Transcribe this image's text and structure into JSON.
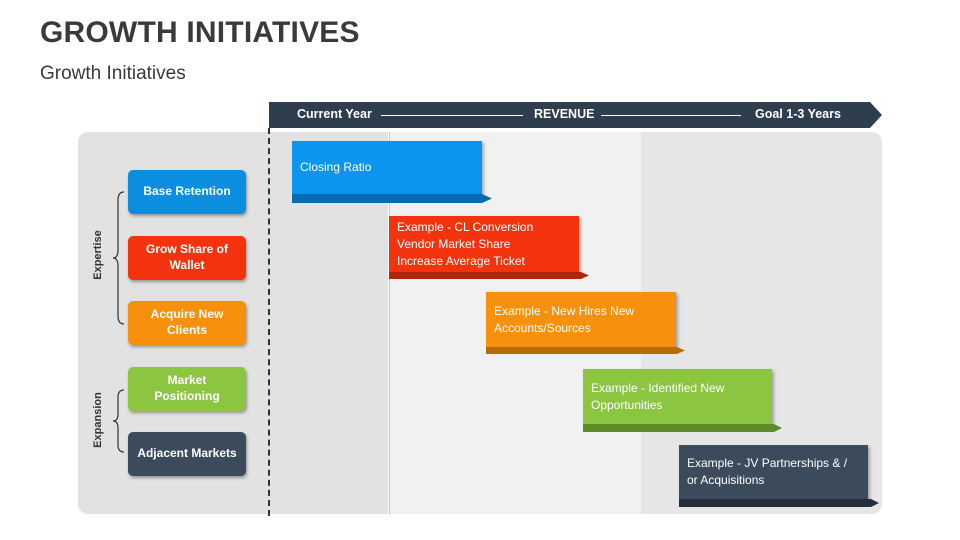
{
  "header": {
    "title": "GROWTH INITIATIVES",
    "subtitle": "Growth Initiatives"
  },
  "timeline": {
    "start_label": "Current Year",
    "middle_label": "REVENUE",
    "end_label": "Goal 1-3 Years",
    "color": "#2f3e4f"
  },
  "groups": {
    "expertise": "Expertise",
    "expansion": "Expansion"
  },
  "categories": [
    {
      "label": "Base Retention",
      "color": "#0b8ee0"
    },
    {
      "label": "Grow Share of Wallet",
      "color": "#f2330e"
    },
    {
      "label": "Acquire New Clients",
      "color": "#f7900c"
    },
    {
      "label": "Market Positioning",
      "color": "#8cc540"
    },
    {
      "label": "Adjacent Markets",
      "color": "#3c4b5c"
    }
  ],
  "steps": [
    {
      "lines": [
        "Closing Ratio"
      ],
      "color": "#0b95ee",
      "dark": "#0a6aaf"
    },
    {
      "lines": [
        "Example - CL Conversion",
        "Vendor Market Share",
        "Increase Average Ticket"
      ],
      "color": "#f2330e",
      "dark": "#b3250a"
    },
    {
      "lines": [
        "Example - New Hires New",
        "Accounts/Sources"
      ],
      "color": "#f7900c",
      "dark": "#b86a08"
    },
    {
      "lines": [
        "Example - Identified New",
        "Opportunities"
      ],
      "color": "#8cc540",
      "dark": "#5e8a28"
    },
    {
      "lines": [
        "Example - JV Partnerships & /",
        "or Acquisitions"
      ],
      "color": "#3c4b5c",
      "dark": "#242f3b"
    }
  ]
}
